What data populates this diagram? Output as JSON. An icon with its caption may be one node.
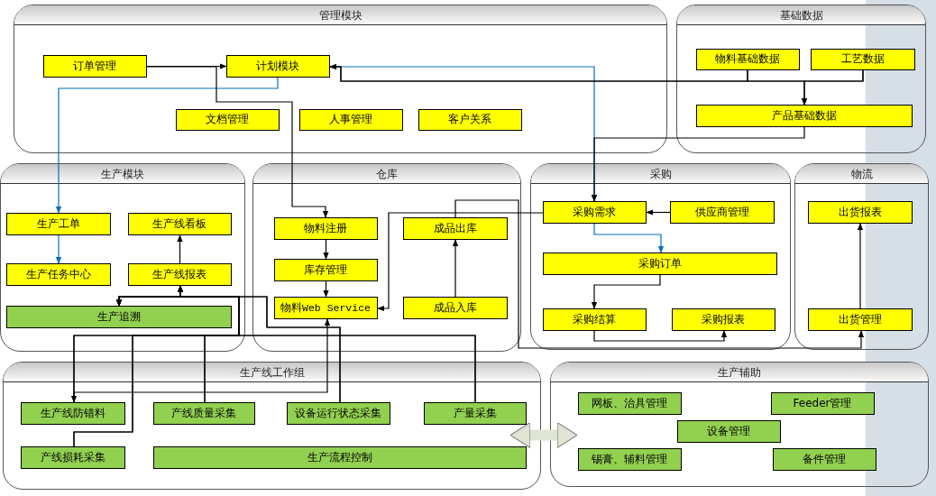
{
  "diagram": {
    "nodes": [
      {
        "text": [
          "管理模块"
        ]
      },
      {
        "text": [
          "订单管理"
        ],
        "in": 0
      },
      {
        "text": [
          "计划模块"
        ],
        "in": 0
      },
      {
        "text": [
          "文档管理"
        ],
        "in": 0
      },
      {
        "text": [
          "人事管理"
        ],
        "in": 0
      },
      {
        "text": [
          "客户关系"
        ],
        "in": 0
      },
      {
        "text": [
          "基础数据"
        ]
      },
      {
        "text": [
          "物料基础数据"
        ],
        "in": 6
      },
      {
        "text": [
          "工艺数据"
        ],
        "in": 6
      },
      {
        "text": [
          "产品基础数据"
        ],
        "in": 6
      },
      {
        "text": [
          "生产模块"
        ]
      },
      {
        "text": [
          "生产工单"
        ],
        "in": 10
      },
      {
        "text": [
          "生产线看板"
        ],
        "in": 10
      },
      {
        "text": [
          "生产任务中心"
        ],
        "in": 10
      },
      {
        "text": [
          "生产线报表"
        ],
        "in": 10
      },
      {
        "text": [
          "生产追溯"
        ],
        "in": 10
      },
      {
        "text": [
          "仓库"
        ]
      },
      {
        "text": [
          "物料注册"
        ],
        "in": 16
      },
      {
        "text": [
          "库存管理"
        ],
        "in": 16
      },
      {
        "text": [
          "物料Web Service"
        ],
        "in": 16
      },
      {
        "text": [
          "成品出库"
        ],
        "in": 16
      },
      {
        "text": [
          "成品入库"
        ],
        "in": 16
      },
      {
        "text": [
          "采购"
        ]
      },
      {
        "text": [
          "采购需求"
        ],
        "in": 22
      },
      {
        "text": [
          "供应商管理"
        ],
        "in": 22
      },
      {
        "text": [
          "采购订单"
        ],
        "in": 22
      },
      {
        "text": [
          "采购结算"
        ],
        "in": 22
      },
      {
        "text": [
          "采购报表"
        ],
        "in": 22
      },
      {
        "text": [
          "物流"
        ]
      },
      {
        "text": [
          "出货报表"
        ],
        "in": 28
      },
      {
        "text": [
          "出货管理"
        ],
        "in": 28
      },
      {
        "text": [
          "生产线工作组"
        ]
      },
      {
        "text": [
          "生产线防错料"
        ],
        "in": 31
      },
      {
        "text": [
          "产线质量采集"
        ],
        "in": 31
      },
      {
        "text": [
          "设备运行状态采集"
        ],
        "in": 31
      },
      {
        "text": [
          "产量采集"
        ],
        "in": 31
      },
      {
        "text": [
          "产线损耗采集"
        ],
        "in": 31
      },
      {
        "text": [
          "生产流程控制"
        ],
        "in": 31
      },
      {
        "text": [
          "生产辅助"
        ]
      },
      {
        "text": [
          "网板、治具管理"
        ],
        "in": 38
      },
      {
        "text": [
          "Feeder管理"
        ],
        "in": 38
      },
      {
        "text": [
          "设备管理"
        ],
        "in": 38
      },
      {
        "text": [
          "锡膏、辅料管理"
        ],
        "in": 38
      },
      {
        "text": [
          "备件管理"
        ],
        "in": 38
      }
    ],
    "edges": [
      {
        "from": 1,
        "to": 2,
        "arrow": "to"
      },
      {
        "from": 2,
        "to": 11,
        "arrow": "to",
        "color": "#0070c0"
      },
      {
        "from": 11,
        "to": 13,
        "arrow": "to",
        "color": "#0070c0"
      },
      {
        "from": 2,
        "to": 23,
        "arrow": "to",
        "color": "#0070c0"
      },
      {
        "from": 7,
        "to": 2,
        "arrow": "to"
      },
      {
        "from": 8,
        "to": 2,
        "arrow": "to"
      },
      {
        "from": 7,
        "to": 9,
        "arrow": "to"
      },
      {
        "from": 8,
        "to": 9,
        "arrow": "to"
      },
      {
        "from": 9,
        "to": 23,
        "arrow": "to"
      },
      {
        "from": 1,
        "to": 17,
        "arrow": "to"
      },
      {
        "from": 17,
        "to": 18,
        "arrow": "to"
      },
      {
        "from": 18,
        "to": 19,
        "arrow": "to"
      },
      {
        "from": 21,
        "to": 20,
        "arrow": "to"
      },
      {
        "from": 23,
        "to": 19,
        "arrow": "to"
      },
      {
        "from": 20,
        "to": 30,
        "arrow": "to"
      },
      {
        "from": 30,
        "to": 29,
        "arrow": "to"
      },
      {
        "from": 24,
        "to": 23,
        "arrow": "to"
      },
      {
        "from": 23,
        "to": 25,
        "arrow": "to",
        "color": "#0070c0"
      },
      {
        "from": 25,
        "to": 26,
        "arrow": "to"
      },
      {
        "from": 26,
        "to": 27,
        "arrow": "to"
      },
      {
        "from": 14,
        "to": 12,
        "arrow": "to"
      },
      {
        "from": 19,
        "to": 32,
        "arrow": "both"
      },
      {
        "from": 32,
        "to": 14,
        "arrow": "to"
      },
      {
        "from": 32,
        "to": 15,
        "arrow": "to"
      },
      {
        "from": 36,
        "to": 14,
        "arrow": "to"
      },
      {
        "from": 36,
        "to": 15,
        "arrow": "to"
      },
      {
        "from": 33,
        "to": 14,
        "arrow": "to"
      },
      {
        "from": 33,
        "to": 15,
        "arrow": "to"
      },
      {
        "from": 34,
        "to": 14,
        "arrow": "to"
      },
      {
        "from": 34,
        "to": 15,
        "arrow": "to"
      },
      {
        "from": 35,
        "to": 14,
        "arrow": "to"
      },
      {
        "from": 35,
        "to": 15,
        "arrow": "to"
      },
      {
        "from": 31,
        "to": 38,
        "arrow": "both",
        "style": "thick",
        "color": "#dfe4d3"
      }
    ]
  }
}
